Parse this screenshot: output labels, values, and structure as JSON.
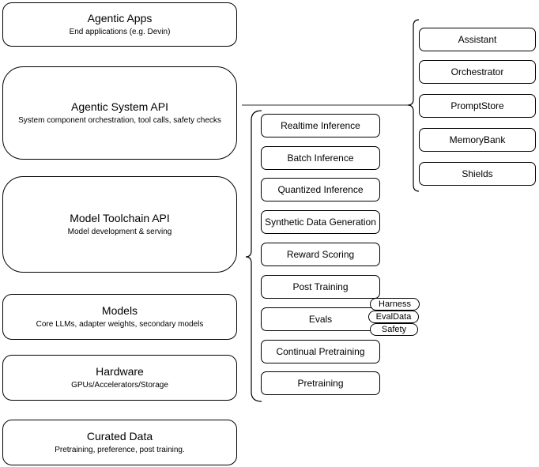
{
  "diagram": {
    "stack": [
      {
        "title": "Agentic Apps",
        "subtitle": "End applications (e.g. Devin)"
      },
      {
        "title": "Agentic System API",
        "subtitle": "System component orchestration, tool calls, safety checks"
      },
      {
        "title": "Model Toolchain API",
        "subtitle": "Model development & serving"
      },
      {
        "title": "Models",
        "subtitle": "Core LLMs, adapter weights, secondary models"
      },
      {
        "title": "Hardware",
        "subtitle": "GPUs/Accelerators/Storage"
      },
      {
        "title": "Curated Data",
        "subtitle": "Pretraining, preference, post training."
      }
    ],
    "toolchain_items": [
      "Realtime Inference",
      "Batch Inference",
      "Quantized Inference",
      "Synthetic Data Generation",
      "Reward Scoring",
      "Post Training",
      "Evals",
      "Continual Pretraining",
      "Pretraining"
    ],
    "eval_tags": [
      "Harness",
      "EvalData",
      "Safety"
    ],
    "system_components": [
      "Assistant",
      "Orchestrator",
      "PromptStore",
      "MemoryBank",
      "Shields"
    ],
    "colors": {
      "box_border": "#000000",
      "background": "#ffffff",
      "connector": "#595959"
    }
  }
}
